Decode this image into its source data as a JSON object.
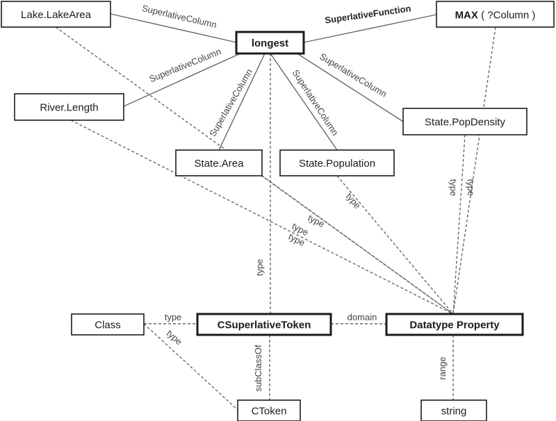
{
  "diagram": {
    "type": "ontology-graph",
    "nodes": [
      {
        "id": "lake_area",
        "label": "Lake.LakeArea",
        "bold": false
      },
      {
        "id": "longest",
        "label": "longest",
        "bold": true
      },
      {
        "id": "max",
        "label": "MAX ( ?Column )",
        "bold_prefix": "MAX",
        "rest": " ( ?Column )"
      },
      {
        "id": "river_length",
        "label": "River.Length",
        "bold": false
      },
      {
        "id": "state_popdensity",
        "label": "State.PopDensity",
        "bold": false
      },
      {
        "id": "state_area",
        "label": "State.Area",
        "bold": false
      },
      {
        "id": "state_population",
        "label": "State.Population",
        "bold": false
      },
      {
        "id": "class",
        "label": "Class",
        "bold": false
      },
      {
        "id": "csuperlative",
        "label": "CSuperlativeToken",
        "bold": true
      },
      {
        "id": "datatype_property",
        "label": "Datatype Property",
        "bold": true
      },
      {
        "id": "ctoken",
        "label": "CToken",
        "bold": false
      },
      {
        "id": "string",
        "label": "string",
        "bold": false
      }
    ],
    "edges": [
      {
        "from": "longest",
        "to": "lake_area",
        "label": "SuperlativeColumn",
        "style": "solid"
      },
      {
        "from": "longest",
        "to": "max",
        "label": "SuperlativeFunction",
        "style": "solid",
        "bold": true
      },
      {
        "from": "longest",
        "to": "river_length",
        "label": "SuperlativeColumn",
        "style": "solid"
      },
      {
        "from": "longest",
        "to": "state_area",
        "label": "SuperlativeColumn",
        "style": "solid"
      },
      {
        "from": "longest",
        "to": "state_population",
        "label": "SuperlativeColumn",
        "style": "solid"
      },
      {
        "from": "longest",
        "to": "state_popdensity",
        "label": "SuperlativeColumn",
        "style": "solid"
      },
      {
        "from": "longest",
        "to": "csuperlative",
        "label": "type",
        "style": "dashed"
      },
      {
        "from": "lake_area",
        "to": "datatype_property",
        "label": "type",
        "style": "dashed"
      },
      {
        "from": "river_length",
        "to": "datatype_property",
        "label": "type",
        "style": "dashed"
      },
      {
        "from": "state_area",
        "to": "datatype_property",
        "label": "type",
        "style": "dashed"
      },
      {
        "from": "state_population",
        "to": "datatype_property",
        "label": "type",
        "style": "dashed"
      },
      {
        "from": "state_popdensity",
        "to": "datatype_property",
        "label": "type",
        "style": "dashed"
      },
      {
        "from": "max",
        "to": "datatype_property",
        "label": "type",
        "style": "dashed"
      },
      {
        "from": "class",
        "to": "csuperlative",
        "label": "type",
        "style": "dashed"
      },
      {
        "from": "class",
        "to": "ctoken",
        "label": "type",
        "style": "dashed"
      },
      {
        "from": "csuperlative",
        "to": "datatype_property",
        "label": "domain",
        "style": "dashed"
      },
      {
        "from": "csuperlative",
        "to": "ctoken",
        "label": "subClassOf",
        "style": "dashed"
      },
      {
        "from": "datatype_property",
        "to": "string",
        "label": "range",
        "style": "dashed"
      }
    ]
  }
}
